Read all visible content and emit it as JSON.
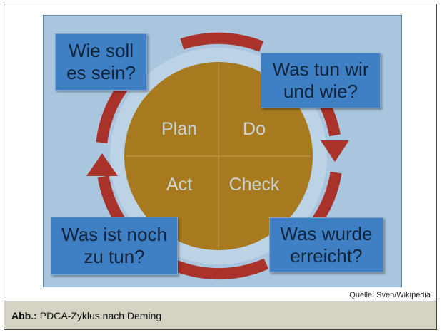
{
  "quadrants": {
    "plan": "Plan",
    "do": "Do",
    "act": "Act",
    "check": "Check"
  },
  "boxes": {
    "top_left": [
      "Wie soll",
      "es sein?"
    ],
    "top_right": [
      "Was tun wir",
      "und wie?"
    ],
    "bottom_left": [
      "Was ist noch",
      "zu tun?"
    ],
    "bottom_right": [
      "Was wurde",
      "erreicht?"
    ]
  },
  "source": "Quelle: Sven/Wikipedia",
  "caption": {
    "label": "Abb.:",
    "text": "PDCA-Zyklus nach Deming"
  },
  "colors": {
    "background": "#a9c6de",
    "circle": "#a77a1f",
    "arrow": "#a9322a",
    "box": "#3f80c4",
    "quadrant_text": "#c9d3cf",
    "caption_bar": "#d4d3c4"
  }
}
